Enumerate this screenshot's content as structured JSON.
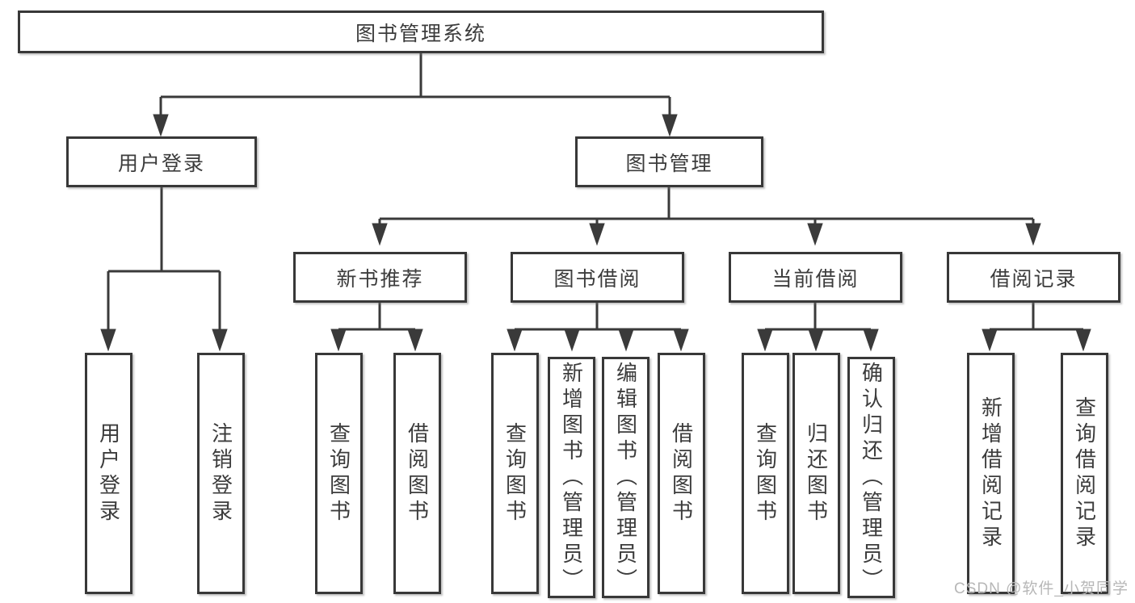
{
  "diagram": {
    "root": "图书管理系统",
    "level2": {
      "user_login": "用户登录",
      "book_mgmt": "图书管理"
    },
    "level3": {
      "new_book": "新书推荐",
      "book_borrow": "图书借阅",
      "current_borrow": "当前借阅",
      "borrow_record": "借阅记录"
    },
    "leaves": {
      "login": "用户登录",
      "logout": "注销登录",
      "rec_query": "查询图书",
      "rec_borrow": "借阅图书",
      "bor_query": "查询图书",
      "bor_add": "新增图书（管理员）",
      "bor_edit": "编辑图书（管理员）",
      "bor_borrow": "借阅图书",
      "cur_query": "查询图书",
      "cur_return": "归还图书",
      "cur_confirm": "确认归还（管理员）",
      "record_add": "新增借阅记录",
      "record_query": "查询借阅记录"
    }
  },
  "watermark": "CSDN @软件_小贺同学",
  "colors": {
    "line": "#3a3a3a",
    "border": "#383838",
    "text": "#3c3c3c",
    "watermark": "#b7b7b7",
    "background": "#ffffff"
  }
}
